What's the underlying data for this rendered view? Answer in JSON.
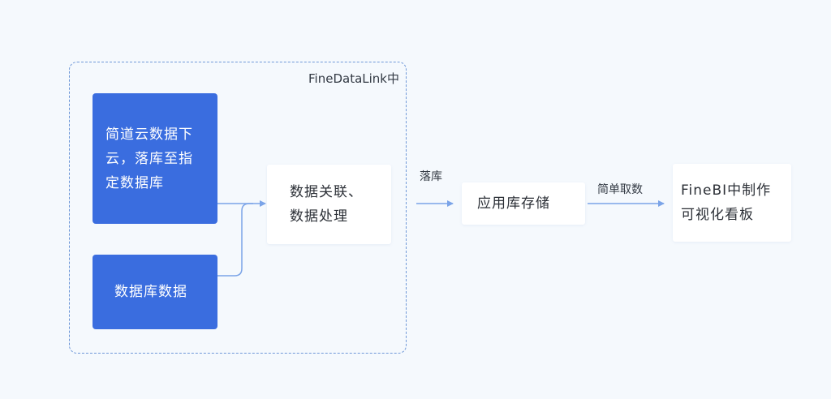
{
  "group": {
    "label": "FineDataLink中"
  },
  "nodes": {
    "cloud": "简道云数据下云，落库至指定数据库",
    "database": "数据库数据",
    "process": "数据关联、数据处理",
    "storage": "应用库存储",
    "finebi": "FineBI中制作可视化看板"
  },
  "edges": {
    "to_storage": "落库",
    "to_finebi": "简单取数"
  },
  "colors": {
    "background": "#f5f9fd",
    "node_blue": "#3a6ddf",
    "node_white": "#ffffff",
    "connector": "#7ba4e8",
    "group_border": "#6f98d8"
  }
}
